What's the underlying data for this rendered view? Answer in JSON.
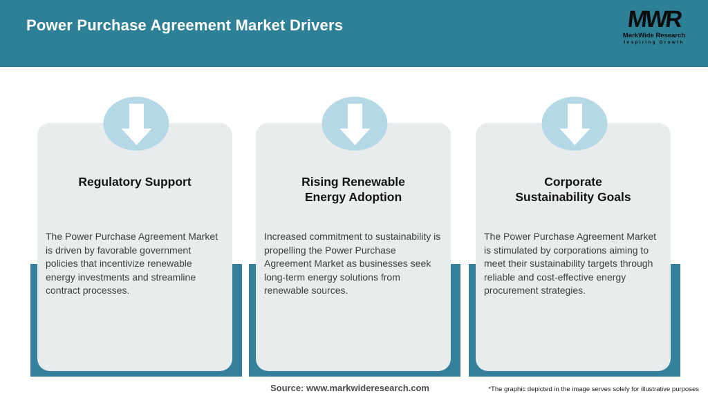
{
  "header": {
    "title": "Power Purchase Agreement Market Drivers"
  },
  "logo": {
    "mark": "MWR",
    "name": "MarkWide Research",
    "tagline": "Inspiring Growth"
  },
  "cards": [
    {
      "icon": "arrow-down-icon",
      "title": "Regulatory Support",
      "description": "The Power Purchase Agreement Market is driven by favorable government policies that incentivize renewable energy investments and streamline contract processes."
    },
    {
      "icon": "arrow-down-icon",
      "title": "Rising Renewable Energy Adoption",
      "description": "Increased commitment to sustainability is propelling the Power Purchase Agreement Market as businesses seek long-term energy solutions from renewable sources."
    },
    {
      "icon": "arrow-down-icon",
      "title": "Corporate Sustainability Goals",
      "description": "The Power Purchase Agreement Market is stimulated by corporations aiming to meet their sustainability targets through reliable and cost-effective energy procurement strategies."
    }
  ],
  "footer": {
    "source": "Source: www.markwideresearch.com",
    "disclaimer": "*The graphic depicted in the image serves solely for illustrative purposes"
  },
  "colors": {
    "header_teal": "#2E8096",
    "band_teal": "#34809C",
    "circle_blue": "#B5D8E6",
    "card_gray": "#E9ECEC"
  }
}
